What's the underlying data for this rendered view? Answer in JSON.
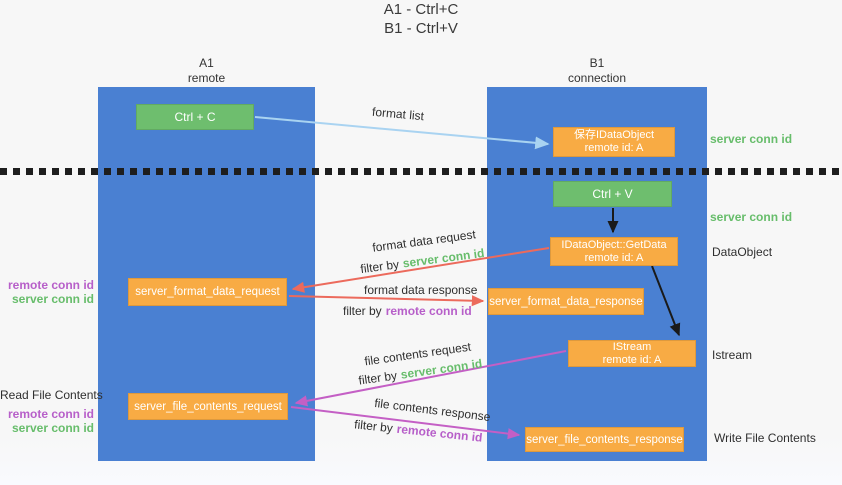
{
  "title": {
    "line1": "A1 - Ctrl+C",
    "line2": "B1 - Ctrl+V"
  },
  "lanes": {
    "left": {
      "title": "A1",
      "subtitle": "remote"
    },
    "right": {
      "title": "B1",
      "subtitle": "connection"
    }
  },
  "boxes": {
    "ctrl_c": {
      "label": "Ctrl + C"
    },
    "save_dataobject": {
      "line1": "保存IDataObject",
      "line2": "remote id: A"
    },
    "ctrl_v": {
      "label": "Ctrl + V"
    },
    "getdata": {
      "line1": "IDataObject::GetData",
      "line2": "remote id: A"
    },
    "format_request": {
      "label": "server_format_data_request"
    },
    "format_response": {
      "label": "server_format_data_response"
    },
    "istream": {
      "line1": "IStream",
      "line2": "remote id: A"
    },
    "file_request": {
      "label": "server_file_contents_request"
    },
    "file_response": {
      "label": "server_file_contents_response"
    }
  },
  "arrow_labels": {
    "format_list": "format list",
    "format_data_request": "format data request",
    "format_data_request_filter": {
      "prefix": "filter by",
      "key": "server conn id"
    },
    "format_data_response": "format data response",
    "format_data_response_filter": {
      "prefix": "filter by",
      "key": "remote conn id"
    },
    "file_contents_request": "file contents request",
    "file_contents_request_filter": {
      "prefix": "filter by",
      "key": "server conn id"
    },
    "file_contents_response": "file contents response",
    "file_contents_response_filter": {
      "prefix": "filter by",
      "key": "remote conn id"
    }
  },
  "side_labels": {
    "right_server_conn_top": "server conn id",
    "right_server_conn_mid": "server conn id",
    "dataobject": "DataObject",
    "istream": "Istream",
    "write_file_contents": "Write File Contents",
    "left_remote_conn_top": "remote conn id",
    "left_server_conn_top": "server conn id",
    "read_file_contents": "Read File Contents",
    "left_remote_conn_bottom": "remote conn id",
    "left_server_conn_bottom": "server conn id"
  },
  "colors": {
    "lane_blue": "#4a80d2",
    "box_green": "#6ebe6e",
    "box_orange": "#f8ab44",
    "arrow_light_blue": "#a9d3f1",
    "arrow_red": "#ec6a5c",
    "arrow_magenta": "#c45fc5",
    "arrow_black": "#1a1a1a",
    "label_green": "#67bd6b",
    "label_purple": "#b75fc9"
  }
}
